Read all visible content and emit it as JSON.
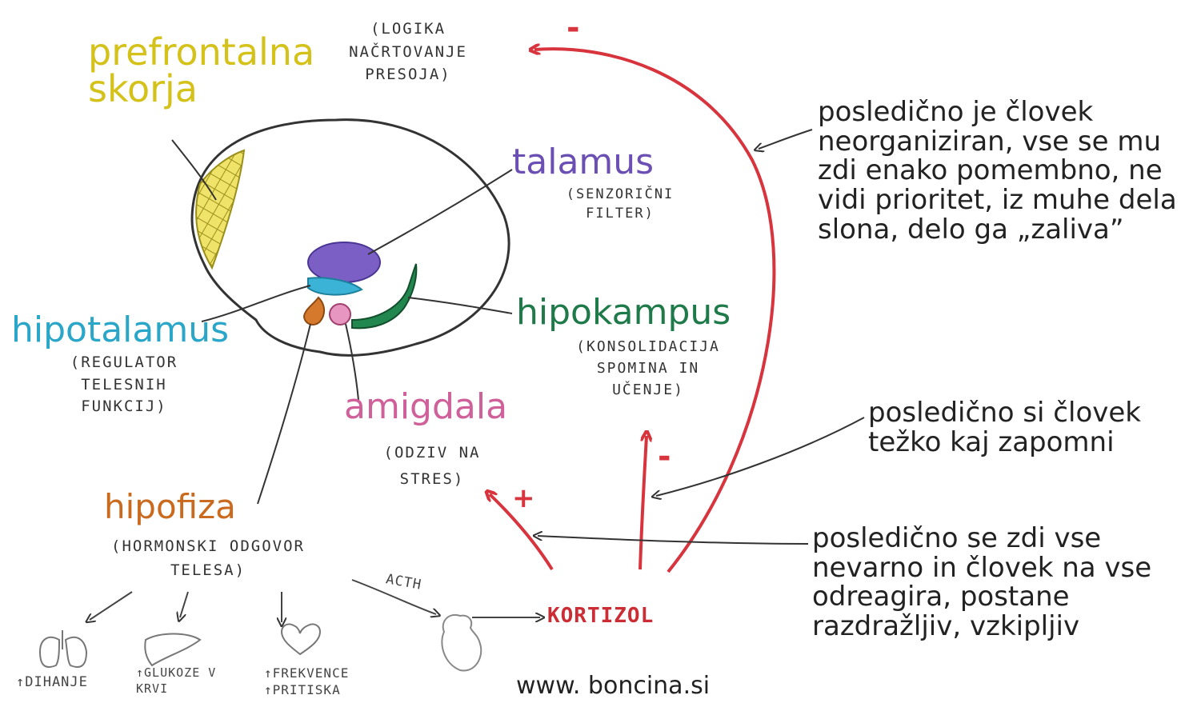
{
  "labels": {
    "prefrontal": {
      "name": "prefrontalna skorja",
      "desc": "(LOGIKA NAČRTOVANJE PRESOJA)"
    },
    "talamus": {
      "name": "talamus",
      "desc": "(SENZORIČNI FILTER)"
    },
    "hipotalamus": {
      "name": "hipotalamus",
      "desc": "(REGULATOR TELESNIH FUNKCIJ)"
    },
    "hipokampus": {
      "name": "hipokampus",
      "desc": "(KONSOLIDACIJA SPOMINA IN UČENJE)"
    },
    "amigdala": {
      "name": "amigdala",
      "desc": "(ODZIV NA STRES)"
    },
    "hipofiza": {
      "name": "hipofiza",
      "desc": "(HORMONSKI ODGOVOR TELESA)"
    },
    "kortizol": "KORTIZOL",
    "acth": "ACTH"
  },
  "signs": {
    "prefrontal": "-",
    "hipokampus": "-",
    "amigdala": "+"
  },
  "effects": {
    "breathing": "↑DIHANJE",
    "glucose": "↑GLUKOZE V KRVI",
    "heart": "↑FREKVENCE ↑PRITISKA"
  },
  "notes": {
    "prefrontal": "posledično je človek neorganiziran, vse se mu zdi enako pomembno, ne vidi prioritet, iz muhe dela slona, delo ga „zaliva”",
    "hipokampus": "posledično si človek težko kaj zapomni",
    "amigdala": "posledično se zdi vse nevarno in človek na vse odreagira, postane razdražljiv, vzkipljiv"
  },
  "website": "www. boncina.si",
  "colors": {
    "prefrontal": "#d4c21a",
    "talamus": "#6b4fb3",
    "hipotalamus": "#2aa6c9",
    "hipokampus": "#1f7a4a",
    "amigdala": "#d0609a",
    "hipofiza": "#c96a1e",
    "kortizol": "#cc2d35",
    "arrow": "#d8343d",
    "ink": "#333333"
  }
}
